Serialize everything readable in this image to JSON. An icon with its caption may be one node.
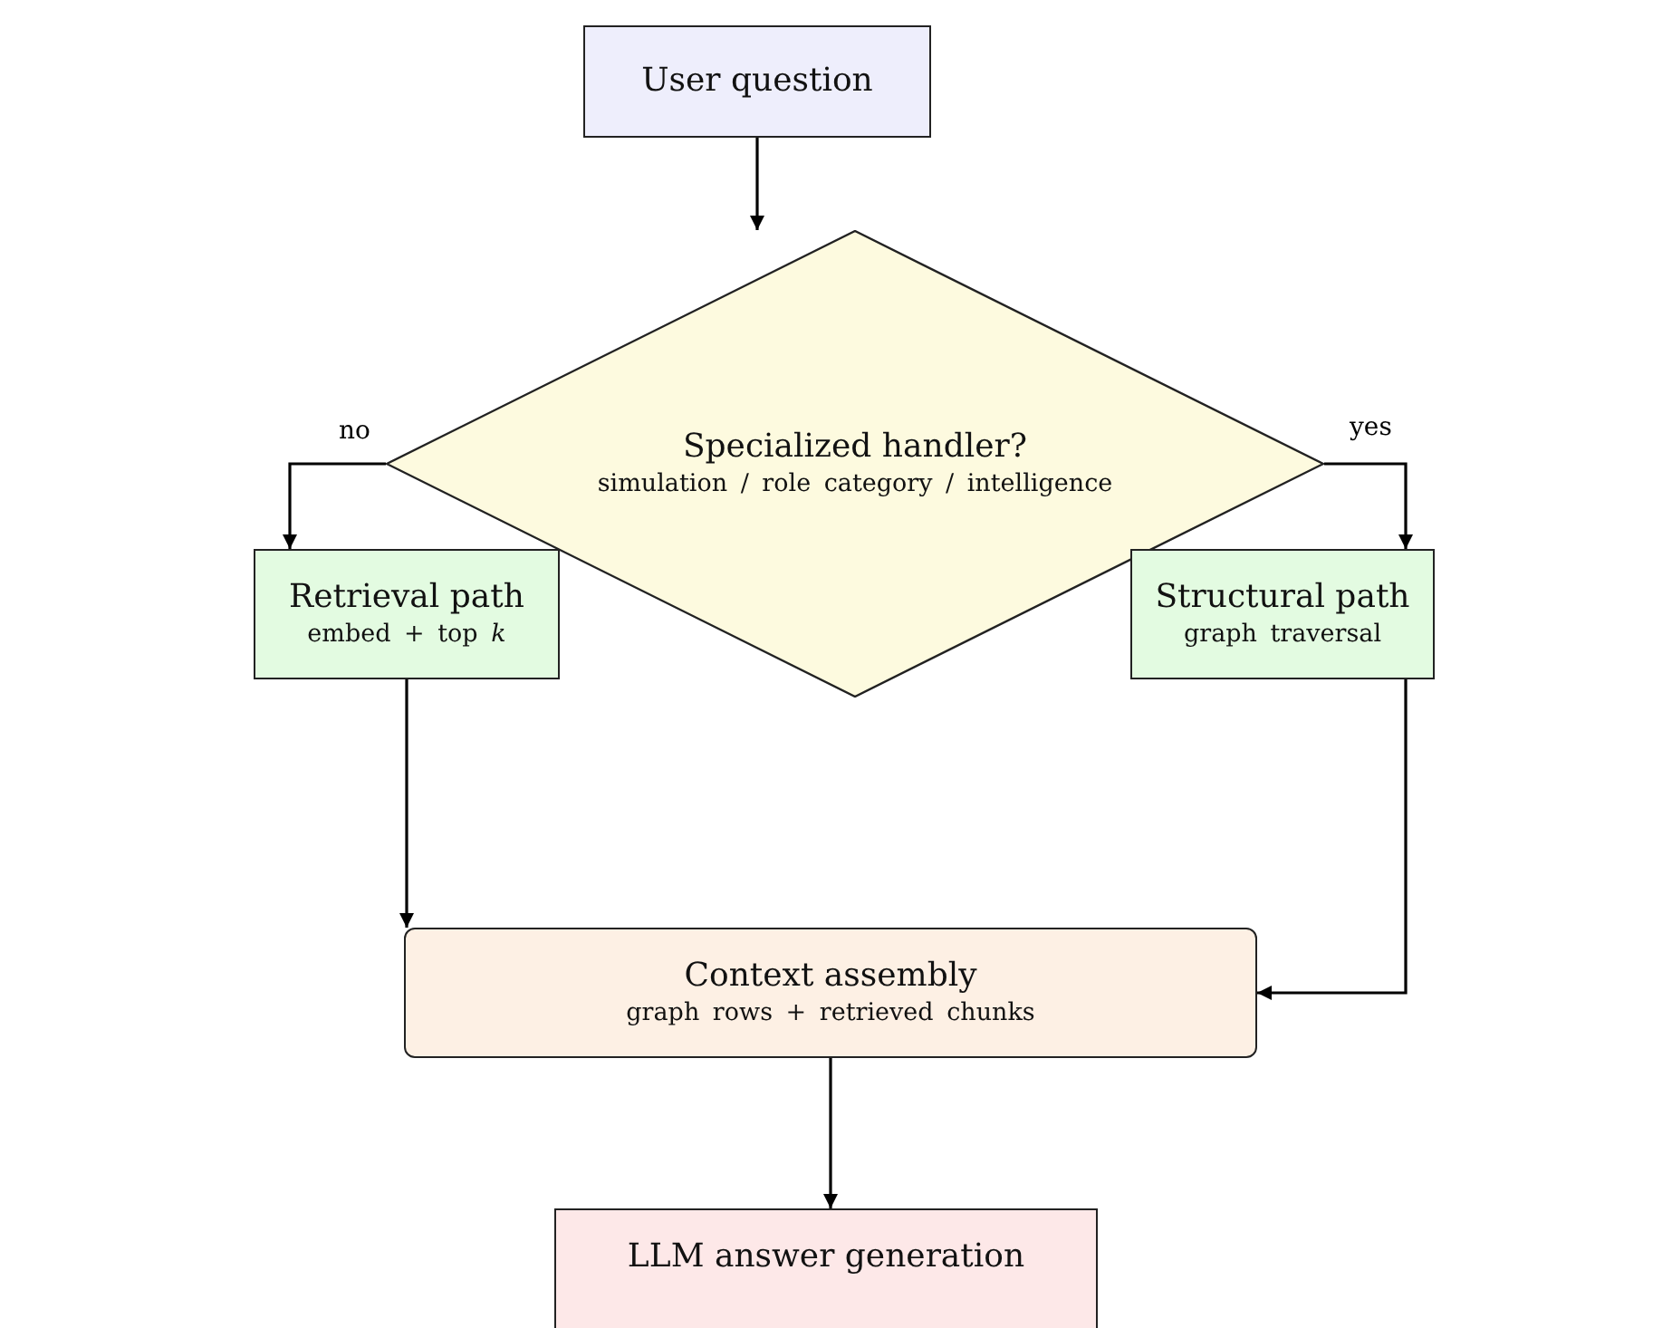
{
  "diagram": {
    "nodes": [
      {
        "text": [
          "User question"
        ]
      },
      {
        "text": [
          "Specialized handler?",
          "simulation / role category / intelligence"
        ]
      },
      {
        "text": [
          "Retrieval path",
          "embed + top *k*"
        ]
      },
      {
        "text": [
          "Structural path",
          "graph traversal"
        ]
      },
      {
        "text": [
          "Context assembly",
          "graph rows + retrieved chunks"
        ]
      },
      {
        "text": [
          "LLM answer generation"
        ]
      }
    ],
    "edges": [
      {
        "from": 0,
        "to": 1,
        "arrow": "to"
      },
      {
        "from": 1,
        "to": 2,
        "arrow": "to",
        "label": "no"
      },
      {
        "from": 1,
        "to": 3,
        "arrow": "to",
        "label": "yes"
      },
      {
        "from": 2,
        "to": 4,
        "arrow": "to"
      },
      {
        "from": 3,
        "to": 4,
        "arrow": "to"
      },
      {
        "from": 4,
        "to": 5,
        "arrow": "to"
      }
    ]
  }
}
